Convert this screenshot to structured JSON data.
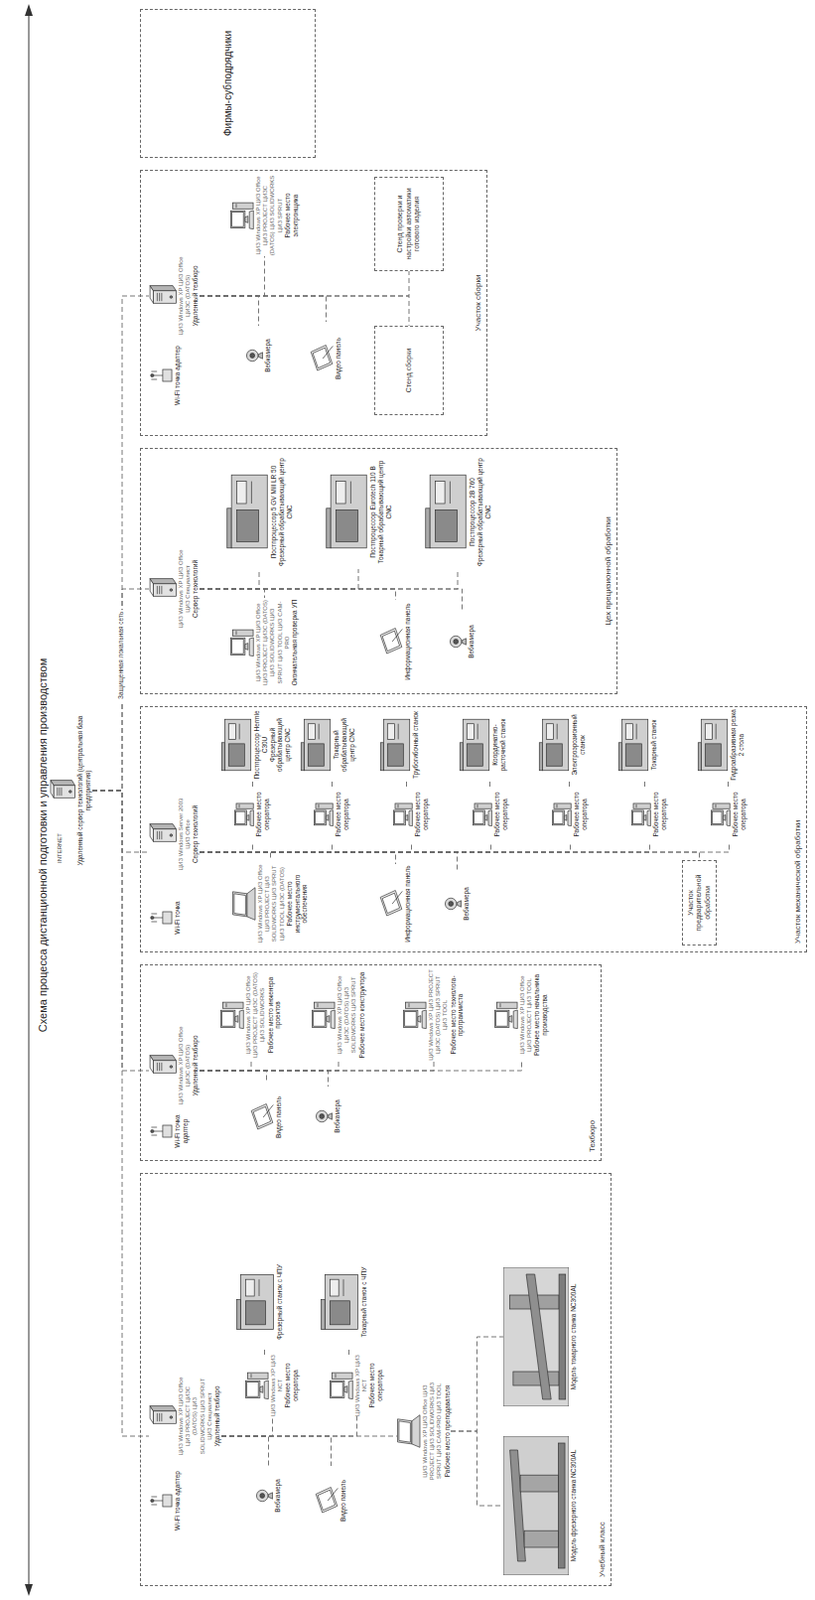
{
  "diagram": {
    "title": "Схема процесса дистанционной подготовки и управления производством",
    "nodes": [
      {
        "text": [
          "Удаленный сервер технологий (центральная база предприятия)"
        ]
      },
      {
        "text": [
          "Учебный класс"
        ]
      },
      {
        "text": [
          "ЦИЗ Windows XP ЦИЗ Office ЦИЗ PROJECT ЦИЗС (DATOS) ЦИЗ SOLIDWORKS ЦИЗ SPRUT ЦИЗ Специалист",
          "Удаленный техбюро"
        ],
        "in": 1
      },
      {
        "text": [
          "Wi-Fi точка адаптер"
        ],
        "in": 1
      },
      {
        "text": [
          "Вебкамера"
        ],
        "in": 1
      },
      {
        "text": [
          "Видео панель"
        ],
        "in": 1
      },
      {
        "text": [
          "ЦИЗ Windows XP ЦИЗ NCT",
          "Рабочее место оператора"
        ],
        "in": 1
      },
      {
        "text": [
          "Фрезерный станок с ЧПУ"
        ],
        "in": 1
      },
      {
        "text": [
          "ЦИЗ Windows XP ЦИЗ NCT",
          "Рабочее место оператора"
        ],
        "in": 1
      },
      {
        "text": [
          "Токарный станок с ЧПУ"
        ],
        "in": 1
      },
      {
        "text": [
          "ЦИЗ Windows XP ЦИЗ Office ЦИЗ PROJECT ЦИЗ SOLIDWORKS ЦИЗ SPRUT ЦИЗ CAM-PRO ЦИЗ TOOL",
          "Рабочее место преподавателя"
        ],
        "in": 1
      },
      {
        "text": [
          "Модель фрезерного станка NC300AL"
        ],
        "in": 1
      },
      {
        "text": [
          "Модель токарного станка NC300AL"
        ],
        "in": 1
      },
      {
        "text": [
          "Техбюро"
        ]
      },
      {
        "text": [
          "ЦИЗ Windows XP ЦИЗ Office ЦИЗС (DATOS)",
          "Удаленный техбюро"
        ],
        "in": 13
      },
      {
        "text": [
          "Wi-Fi точка адаптер"
        ],
        "in": 13
      },
      {
        "text": [
          "Видео панель"
        ],
        "in": 13
      },
      {
        "text": [
          "Вебкамера"
        ],
        "in": 13
      },
      {
        "text": [
          "ЦИЗ Windows XP ЦИЗ Office ЦИЗ PROJECT ЦИЗС (DATOS) ЦИЗ SOLIDWORKS",
          "Рабочее место инженера проектов"
        ],
        "in": 13
      },
      {
        "text": [
          "ЦИЗ Windows XP ЦИЗ Office ЦИЗС (DATOS) ЦИЗ SOLIDWORKS ЦИЗ SPRUT",
          "Рабочее место конструктора"
        ],
        "in": 13
      },
      {
        "text": [
          "ЦИЗ Windows XP ЦИЗ PROJECT ЦИЗС (DATOS) ЦИЗ SPRUT ЦИЗ TOOL",
          "Рабочее место технолога-программиста"
        ],
        "in": 13
      },
      {
        "text": [
          "ЦИЗ Windows XP ЦИЗ Office ЦИЗ PROJECT ЦИЗ TOOL",
          "Рабочее место начальника производства"
        ],
        "in": 13
      },
      {
        "text": [
          "Участок механической обработки"
        ]
      },
      {
        "text": [
          "ЦИЗ Windows Server 2003 ЦИЗ Office",
          "Сервер технологий"
        ],
        "in": 22
      },
      {
        "text": [
          "Wi-Fi точка"
        ],
        "in": 22
      },
      {
        "text": [
          "ЦИЗ Windows XP ЦИЗ Office ЦИЗ PROJECT ЦИЗ SOLIDWORKS ЦИЗ SPRUT ЦИЗ TOOL ЦИЗС (DATOS)",
          "Рабочее место инструментального обеспечения"
        ],
        "in": 22
      },
      {
        "text": [
          "Информационная панель"
        ],
        "in": 22
      },
      {
        "text": [
          "Вебкамера"
        ],
        "in": 22
      },
      {
        "text": [
          "Рабочее место оператора"
        ],
        "in": 22
      },
      {
        "text": [
          "Постпроцессор Hermle C30U",
          "Фрезерный обрабатывающий центр CNC"
        ],
        "in": 22
      },
      {
        "text": [
          "Рабочее место оператора"
        ],
        "in": 22
      },
      {
        "text": [
          "Токарный обрабатывающий центр CNC"
        ],
        "in": 22
      },
      {
        "text": [
          "Рабочее место оператора"
        ],
        "in": 22
      },
      {
        "text": [
          "Трубогибочный станок"
        ],
        "in": 22
      },
      {
        "text": [
          "Рабочее место оператора"
        ],
        "in": 22
      },
      {
        "text": [
          "Координатно-расточной станок"
        ],
        "in": 22
      },
      {
        "text": [
          "Рабочее место оператора"
        ],
        "in": 22
      },
      {
        "text": [
          "Электроэрозионный станок"
        ],
        "in": 22
      },
      {
        "text": [
          "Рабочее место оператора"
        ],
        "in": 22
      },
      {
        "text": [
          "Токарный станок"
        ],
        "in": 22
      },
      {
        "text": [
          "Рабочее место оператора"
        ],
        "in": 22
      },
      {
        "text": [
          "Гидроабразивная резка 2 стола"
        ],
        "in": 22
      },
      {
        "text": [
          "Участок предварительной обработки"
        ],
        "in": 22
      },
      {
        "text": [
          "Цех прецизионной обработки"
        ]
      },
      {
        "text": [
          "ЦИЗ Windows XP ЦИЗ Office ЦИЗ Специалист",
          "Сервер технологий"
        ],
        "in": 43
      },
      {
        "text": [
          "ЦИЗ Windows XP ЦИЗ Office ЦИЗ PROJECT ЦИЗС (DATOS) ЦИЗ SOLIDWORKS ЦИЗ SPRUT ЦИЗ TOOL ЦИЗ CAM-PRO",
          "Окончательная проверка УП"
        ],
        "in": 43
      },
      {
        "text": [
          "Постпроцессор 5 GV Mill LR 50",
          "Фрезерный обрабатывающий центр CNC"
        ],
        "in": 43
      },
      {
        "text": [
          "Постпроцессор Eurotech 110 B",
          "Токарный обрабатывающий центр CNC"
        ],
        "in": 43
      },
      {
        "text": [
          "Постпроцессор 2B 760",
          "Фрезерный обрабатывающий центр CNC"
        ],
        "in": 43
      },
      {
        "text": [
          "Информационная панель"
        ],
        "in": 43
      },
      {
        "text": [
          "Вебкамера"
        ],
        "in": 43
      },
      {
        "text": [
          "Участок сборки"
        ]
      },
      {
        "text": [
          "ЦИЗ Windows XP ЦИЗ Office ЦИЗС (DATOS)",
          "Удаленный техбюро"
        ],
        "in": 51
      },
      {
        "text": [
          "Wi-Fi точка адаптер"
        ],
        "in": 51
      },
      {
        "text": [
          "ЦИЗ Windows XP ЦИЗ Office ЦИЗ PROJECT ЦИЗС (DATOS) ЦИЗ SOLIDWORKS ЦИЗ SPRUT",
          "Рабочее место электронщика"
        ],
        "in": 51
      },
      {
        "text": [
          "Вебкамера"
        ],
        "in": 51
      },
      {
        "text": [
          "Видео панель"
        ],
        "in": 51
      },
      {
        "text": [
          "Стенд сборки"
        ],
        "in": 51
      },
      {
        "text": [
          "Стенд проверки и настройки автоматики готового изделия"
        ],
        "in": 51
      },
      {
        "text": [
          "Фирмы-субподрядчики"
        ]
      }
    ],
    "edges": [
      {
        "from": 0,
        "to": 2,
        "arrow": "none"
      },
      {
        "from": 0,
        "to": 14,
        "arrow": "none"
      },
      {
        "from": 0,
        "to": 23,
        "arrow": "none"
      },
      {
        "from": 0,
        "to": 44,
        "arrow": "none"
      },
      {
        "from": 0,
        "to": 52,
        "arrow": "none"
      },
      {
        "from": 2,
        "to": 4,
        "arrow": "none"
      },
      {
        "from": 2,
        "to": 5,
        "arrow": "none"
      },
      {
        "from": 2,
        "to": 6,
        "arrow": "none"
      },
      {
        "from": 2,
        "to": 8,
        "arrow": "none"
      },
      {
        "from": 2,
        "to": 10,
        "arrow": "none"
      },
      {
        "from": 6,
        "to": 7,
        "arrow": "none"
      },
      {
        "from": 8,
        "to": 9,
        "arrow": "none"
      },
      {
        "from": 10,
        "to": 11,
        "arrow": "none"
      },
      {
        "from": 10,
        "to": 12,
        "arrow": "none"
      },
      {
        "from": 14,
        "to": 16,
        "arrow": "none"
      },
      {
        "from": 14,
        "to": 17,
        "arrow": "none"
      },
      {
        "from": 14,
        "to": 18,
        "arrow": "none"
      },
      {
        "from": 14,
        "to": 19,
        "arrow": "none"
      },
      {
        "from": 14,
        "to": 20,
        "arrow": "none"
      },
      {
        "from": 14,
        "to": 21,
        "arrow": "none"
      },
      {
        "from": 23,
        "to": 25,
        "arrow": "none"
      },
      {
        "from": 23,
        "to": 26,
        "arrow": "none"
      },
      {
        "from": 23,
        "to": 27,
        "arrow": "none"
      },
      {
        "from": 23,
        "to": 28,
        "arrow": "none"
      },
      {
        "from": 23,
        "to": 30,
        "arrow": "none"
      },
      {
        "from": 23,
        "to": 32,
        "arrow": "none"
      },
      {
        "from": 23,
        "to": 34,
        "arrow": "none"
      },
      {
        "from": 23,
        "to": 36,
        "arrow": "none"
      },
      {
        "from": 23,
        "to": 38,
        "arrow": "none"
      },
      {
        "from": 23,
        "to": 40,
        "arrow": "none"
      },
      {
        "from": 23,
        "to": 42,
        "arrow": "none"
      },
      {
        "from": 28,
        "to": 29,
        "arrow": "none"
      },
      {
        "from": 30,
        "to": 31,
        "arrow": "none"
      },
      {
        "from": 32,
        "to": 33,
        "arrow": "none"
      },
      {
        "from": 34,
        "to": 35,
        "arrow": "none"
      },
      {
        "from": 36,
        "to": 37,
        "arrow": "none"
      },
      {
        "from": 38,
        "to": 39,
        "arrow": "none"
      },
      {
        "from": 40,
        "to": 41,
        "arrow": "none"
      },
      {
        "from": 44,
        "to": 45,
        "arrow": "none"
      },
      {
        "from": 44,
        "to": 46,
        "arrow": "none"
      },
      {
        "from": 44,
        "to": 47,
        "arrow": "none"
      },
      {
        "from": 44,
        "to": 48,
        "arrow": "none"
      },
      {
        "from": 44,
        "to": 49,
        "arrow": "none"
      },
      {
        "from": 44,
        "to": 50,
        "arrow": "none"
      },
      {
        "from": 52,
        "to": 54,
        "arrow": "none"
      },
      {
        "from": 52,
        "to": 55,
        "arrow": "none"
      },
      {
        "from": 52,
        "to": 56,
        "arrow": "none"
      },
      {
        "from": 52,
        "to": 57,
        "arrow": "none"
      },
      {
        "from": 52,
        "to": 58,
        "arrow": "none"
      }
    ],
    "labels": [
      "INTERNET",
      "Защищенная локальная сеть"
    ]
  }
}
